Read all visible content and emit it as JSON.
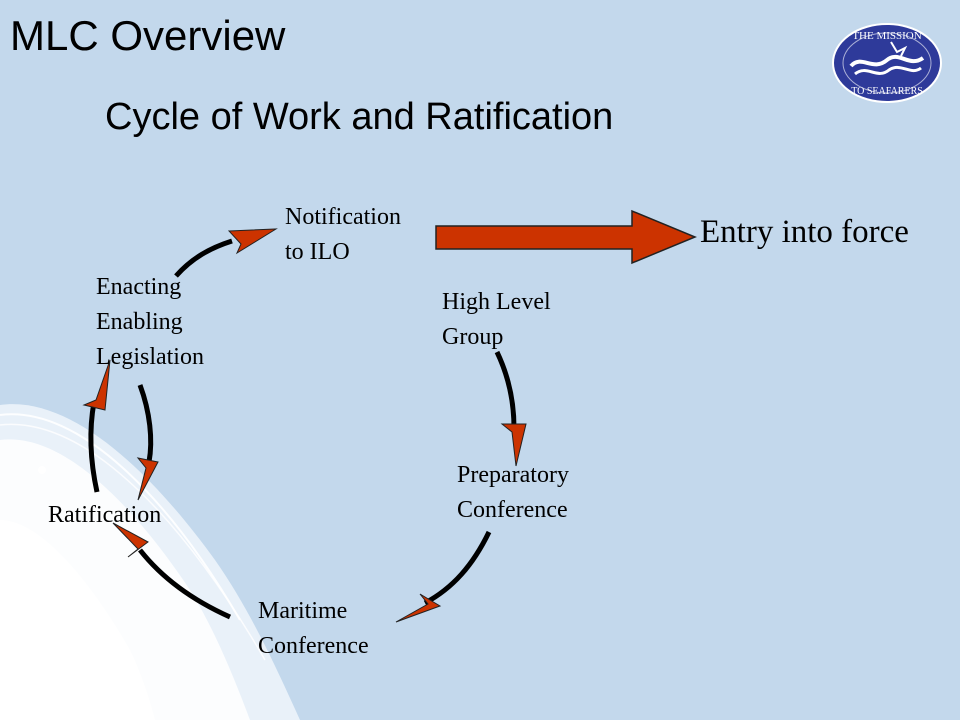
{
  "slide": {
    "title": "MLC Overview",
    "subtitle": "Cycle of Work and Ratification"
  },
  "logo": {
    "lettering": "THE MISSION TO SEAFARERS",
    "color": "#2e3a9a"
  },
  "diagram": {
    "nodes": {
      "notification": [
        "Notification",
        "to ILO"
      ],
      "high_level_group": [
        "High Level",
        "Group"
      ],
      "preparatory_conference": [
        "Preparatory",
        "Conference"
      ],
      "maritime_conference": [
        "Maritime",
        "Conference"
      ],
      "ratification": [
        "Ratification"
      ],
      "enacting_legislation": [
        "Enacting",
        "Enabling",
        "Legislation"
      ]
    },
    "entry_into_force": "Entry into force",
    "colors": {
      "arrow_head": "#cc3300",
      "arrow_shaft": "#000000",
      "background": "#c3d8ec"
    }
  }
}
